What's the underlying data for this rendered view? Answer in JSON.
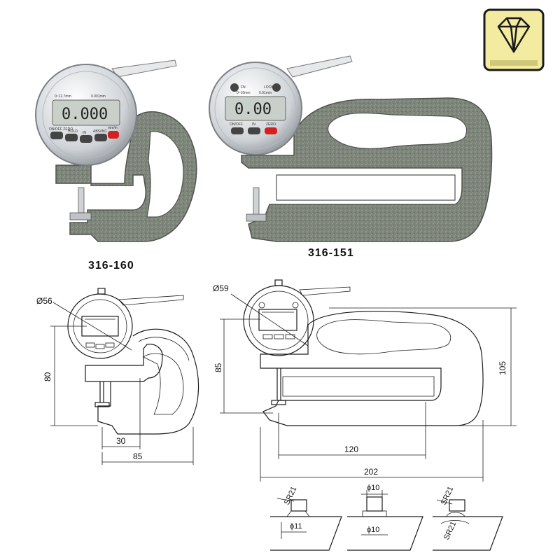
{
  "colors": {
    "badge_bg": "#f3eba0",
    "badge_border": "#1a1a1a",
    "frame_grey": "#7d8479",
    "dial_silver": "#d9dcdf",
    "lcd_screen": "#c9cfc9",
    "button_red": "#d42020",
    "button_dark": "#444444"
  },
  "badge": {
    "icon": "diamond-icon"
  },
  "photos": {
    "left": {
      "model": "316-160",
      "display": "0.000",
      "dial_labels": [
        "0~12.7mm",
        "0.001mm"
      ],
      "buttons": [
        "ON/OFF ZERO",
        "HOLD",
        "IN",
        "ABS/INC",
        "mm/in"
      ]
    },
    "right": {
      "model": "316-151",
      "display": "0.00",
      "dial_labels": [
        "FN",
        "LOCK",
        "0~10mm",
        "0.01mm"
      ],
      "buttons": [
        "ON/OFF",
        "IN",
        "ZERO"
      ]
    }
  },
  "drawings": {
    "left": {
      "dial_dia": "Ø56",
      "height": "80",
      "reach": "30",
      "width": "85"
    },
    "right": {
      "dial_dia": "Ø59",
      "height_inner": "85",
      "height_outer": "105",
      "reach": "120",
      "width": "202"
    }
  },
  "contacts": [
    {
      "top_label": "SR21",
      "bottom_label": "ϕ11"
    },
    {
      "top_label": "ϕ10",
      "bottom_label": "ϕ10"
    },
    {
      "top_label": "SR21",
      "bottom_label": "SR21"
    }
  ]
}
